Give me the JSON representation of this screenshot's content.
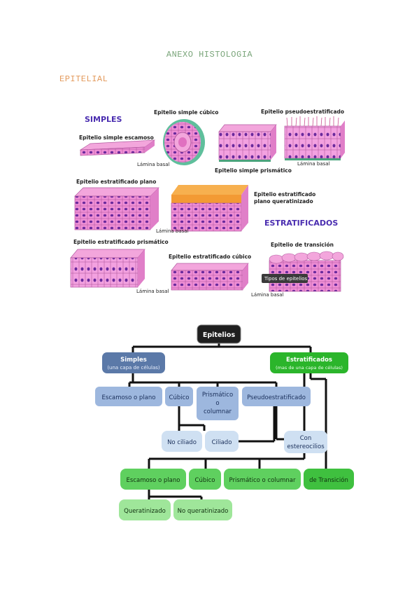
{
  "document": {
    "title": "ANEXO HISTOLOGIA",
    "section": "EPITELIAL"
  },
  "figure": {
    "simples_heading": "SIMPLES",
    "estratificados_heading": "ESTRATIFICADOS",
    "labels": {
      "simple_escamoso": "Epitelio simple escamoso",
      "simple_cubico": "Epitelio simple cúbico",
      "pseudoestratificado": "Epitelio pseudoestratificado",
      "simple_prismatico": "Epitelio simple prismático",
      "estratificado_plano": "Epitelio estratificado plano",
      "queratinizado_1": "Epitelio estratificado",
      "queratinizado_2": "plano queratinizado",
      "estratificado_prismatico": "Epitelio estratificado prismático",
      "estratificado_cubico": "Epitelio estratificado cúbico",
      "transicion": "Epitelio de transición",
      "lamina_basal": "Lámina basal",
      "tooltip": "Tipos de epitelios"
    }
  },
  "diagram": {
    "root": "Epitelios",
    "simples": {
      "title": "Simples",
      "subtitle": "(una capa de células)"
    },
    "estratificados": {
      "title": "Estratificados",
      "subtitle": "(mas de una capa de células)"
    },
    "simple_nodes": {
      "escamoso": "Escamoso o plano",
      "cubico": "Cúbico",
      "prismatico_1": "Prismático",
      "prismatico_2": "o",
      "prismatico_3": "columnar",
      "pseudo": "Pseudoestratificado",
      "no_ciliado": "No ciliado",
      "ciliado": "Ciliado",
      "con_1": "Con",
      "con_2": "estereocilios"
    },
    "strat_nodes": {
      "escamoso": "Escamoso o plano",
      "cubico": "Cúbico",
      "prismatico": "Prismático o columnar",
      "transicion": "de Transición",
      "queratinizado": "Queratinizado",
      "no_queratinizado": "No queratinizado"
    },
    "colors": {
      "root": "#1f1f1f",
      "simples": "#5b79a8",
      "simple_child": "#9db7de",
      "simple_leaf": "#cfe0f2",
      "estratificados": "#2bb52b",
      "strat_child": "#5fd05f",
      "strat_leaf": "#9fe69a"
    }
  }
}
